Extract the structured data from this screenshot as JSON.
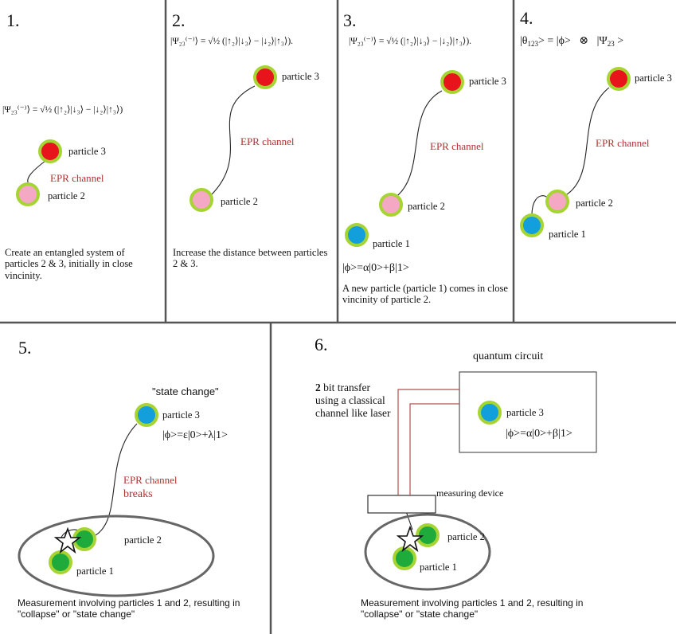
{
  "panels": [
    {
      "number": "1.",
      "equation": "|Ψ₂₃⁽⁻⁾⟩ = √½ (|↑₂⟩|↓₃⟩ − |↓₂⟩|↑₃⟩)",
      "p3_label": "particle 3",
      "p2_label": "particle 2",
      "epr": "EPR channel",
      "caption": "Create an entangled system of particles 2 & 3, initially in close vincinity."
    },
    {
      "number": "2.",
      "equation": "|Ψ₂₃⁽⁻⁾⟩ = √½ (|↑₂⟩|↓₃⟩ − |↓₂⟩|↑₃⟩).",
      "p3_label": "particle 3",
      "p2_label": "particle 2",
      "epr": "EPR channel",
      "caption": "Increase the distance between particles 2 & 3."
    },
    {
      "number": "3.",
      "equation": "|Ψ₂₃⁽⁻⁾⟩ = √½ (|↑₂⟩|↓₃⟩ − |↓₂⟩|↑₃⟩).",
      "p3_label": "particle 3",
      "p2_label": "particle 2",
      "p1_label": "particle 1",
      "epr": "EPR channel",
      "state": "|ϕ>=α|0>+β|1>",
      "caption": "A new particle (particle 1) comes in close vincinity of particle 2."
    },
    {
      "number": "4.",
      "eq_theta": "|θ",
      "eq_theta_sub": "123",
      "eq_mid": "> = |ϕ>   ⊗   |Ψ",
      "eq_psi_sub": "23",
      "eq_end": " >",
      "p3_label": "particle 3",
      "p2_label": "particle 2",
      "p1_label": "particle 1",
      "epr": "EPR channel"
    },
    {
      "number": "5.",
      "state_change": "\"state change\"",
      "p3_label": "particle 3",
      "state": "|ϕ>=ε|0>+λ|1>",
      "epr": "EPR channel",
      "breaks": "breaks",
      "p2_label": "particle 2",
      "p1_label": "particle 1",
      "caption": "Measurement involving particles 1 and 2, resulting in \"collapse\" or \"state change\""
    },
    {
      "number": "6.",
      "quantum_circuit": "quantum circuit",
      "transfer_bold": "2",
      "transfer_rest": " bit transfer using a classical channel like laser",
      "p3_label": "particle 3",
      "state": "|ϕ>=α|0>+β|1>",
      "measuring_device": "measuring device",
      "p2_label": "particle 2",
      "p1_label": "particle 1",
      "caption": "Measurement involving particles 1 and 2, resulting in \"collapse\" or \"state change\""
    }
  ],
  "colors": {
    "red": "#e8141c",
    "pink": "#f5a8c4",
    "blue": "#129fdc",
    "green": "#1faa3c",
    "ring": "#a6d433",
    "epr": "#b03030",
    "laser": "#b05050",
    "divider": "#555555",
    "ellipse": "#666666"
  }
}
